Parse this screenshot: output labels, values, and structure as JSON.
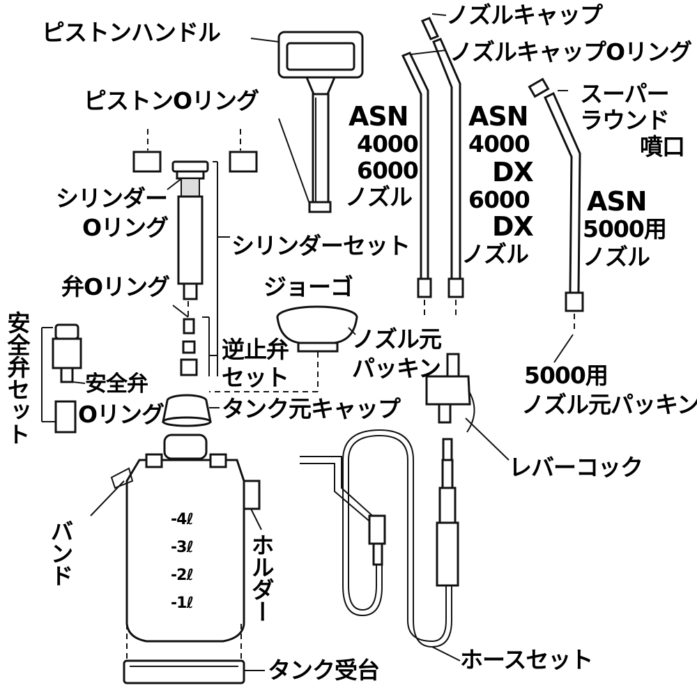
{
  "labels": {
    "piston_handle": "ピストンハンドル",
    "piston_oring": "ピストンOリング",
    "cylinder_oring_1": "シリンダー",
    "cylinder_oring_2": "Oリング",
    "cylinder_set": "シリンダーセット",
    "valve_oring": "弁Oリング",
    "check_valve_set_1": "逆止弁",
    "check_valve_set_2": "セット",
    "safety_valve_set": "安全弁セット",
    "safety_valve_oring_1": "安全弁",
    "safety_valve_oring_2": "Oリング",
    "funnel": "ジョーゴ",
    "tank_cap": "タンク元キャップ",
    "band": "バンド",
    "holder": "ホルダー",
    "tank_stand": "タンク受台",
    "nozzle_cap": "ノズルキャップ",
    "nozzle_cap_oring": "ノズルキャップOリング",
    "nozzle_a": [
      "ASN",
      "4000",
      "6000",
      "ノズル"
    ],
    "nozzle_b": [
      "ASN",
      "4000",
      "DX",
      "6000",
      "DX",
      "ノズル"
    ],
    "super_round_tip": [
      "スーパー",
      "ラウンド",
      "噴口"
    ],
    "nozzle_5000": [
      "ASN",
      "5000用",
      "ノズル"
    ],
    "nozzle_packing_1": "ノズル元",
    "nozzle_packing_2": "パッキン",
    "nozzle_packing_5000_1": "5000用",
    "nozzle_packing_5000_2": "ノズル元パッキン",
    "lever_cock": "レバーコック",
    "hose_set": "ホースセット"
  },
  "tank_scale": [
    "-4ℓ",
    "-3ℓ",
    "-2ℓ",
    "-1ℓ"
  ]
}
